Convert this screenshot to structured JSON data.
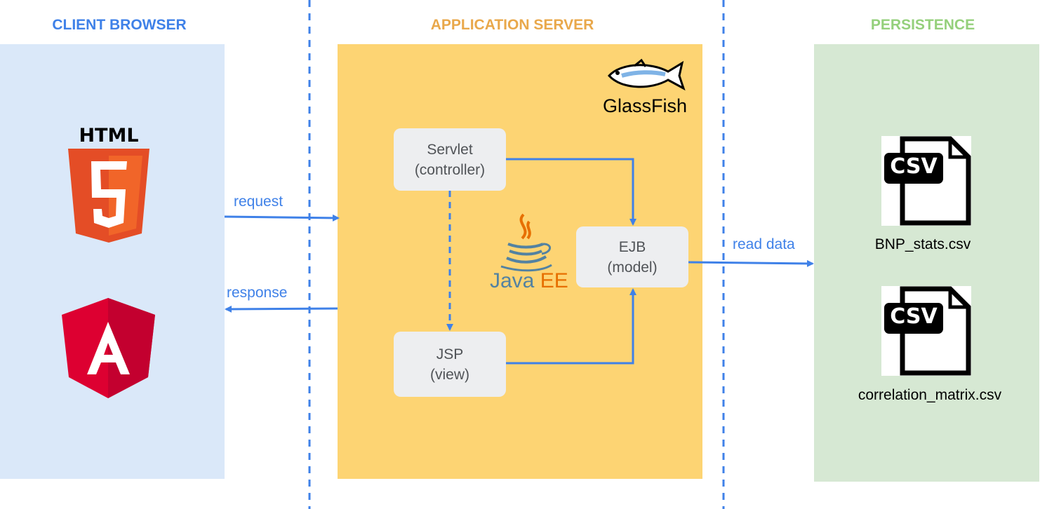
{
  "columns": {
    "client": {
      "title": "CLIENT BROWSER",
      "color": "#3f81e8",
      "bg": "#dae8f9"
    },
    "server": {
      "title": "APPLICATION SERVER",
      "color": "#e9a84b",
      "bg": "#fdd473"
    },
    "persistence": {
      "title": "PERSISTENCE",
      "color": "#95d07c",
      "bg": "#d6e8d3"
    }
  },
  "logos": {
    "html5": {
      "text": "HTML",
      "digit": "5"
    },
    "angular": {
      "letter": "A"
    },
    "glassfish": {
      "text": "GlassFish"
    },
    "javaee": {
      "text": "Java",
      "accent": "EE"
    }
  },
  "nodes": {
    "servlet": {
      "line1": "Servlet",
      "line2": "(controller)"
    },
    "jsp": {
      "line1": "JSP",
      "line2": "(view)"
    },
    "ejb": {
      "line1": "EJB",
      "line2": "(model)"
    }
  },
  "edges": {
    "request": "request",
    "response": "response",
    "read_data": "read data"
  },
  "files": [
    {
      "icon": "CSV",
      "name": "BNP_stats.csv"
    },
    {
      "icon": "CSV",
      "name": "correlation_matrix.csv"
    }
  ],
  "colors": {
    "arrow": "#3f81e8",
    "node_text": "#505357"
  }
}
